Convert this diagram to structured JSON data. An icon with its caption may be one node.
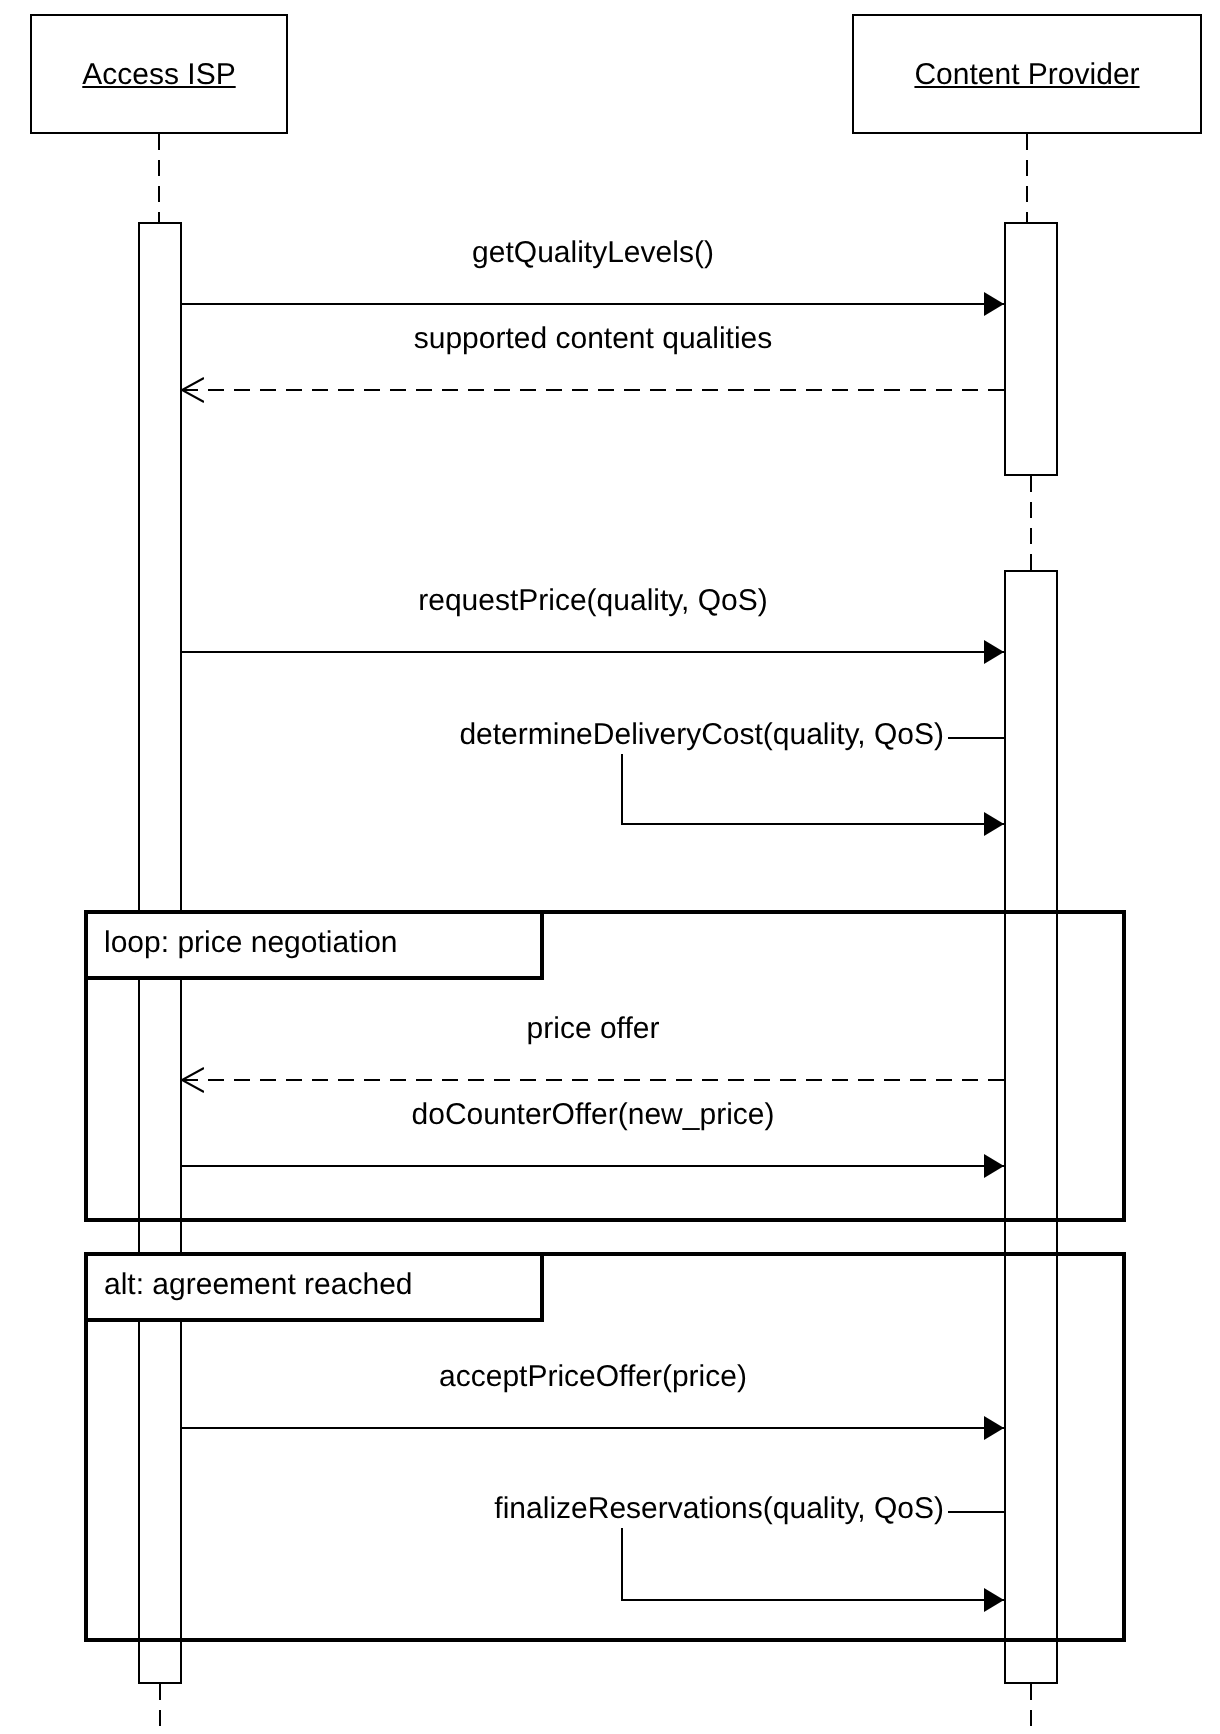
{
  "diagram": {
    "nodes": [
      {
        "text": [
          "Access ISP"
        ]
      },
      {
        "text": [
          "Content Provider"
        ]
      },
      {
        "text": [],
        "shape": "bar"
      },
      {
        "text": [],
        "shape": "bar"
      },
      {
        "text": [],
        "shape": "bar"
      },
      {
        "text": [
          "loop: price negotiation"
        ]
      },
      {
        "text": [
          "alt: agreement reached"
        ]
      }
    ],
    "edges": [
      {
        "from": 0,
        "to": 2,
        "arrow": "none",
        "style": "dashed"
      },
      {
        "from": 2,
        "to": null,
        "arrow": "none",
        "style": "dashed"
      },
      {
        "from": 1,
        "to": 3,
        "arrow": "none",
        "style": "dashed"
      },
      {
        "from": 3,
        "to": 4,
        "arrow": "none",
        "style": "dashed"
      },
      {
        "from": 4,
        "to": null,
        "arrow": "none",
        "style": "dashed"
      },
      {
        "from": 2,
        "to": 3,
        "arrow": "to",
        "label": "getQualityLevels()"
      },
      {
        "from": 3,
        "to": 2,
        "arrow": "to",
        "label": "supported content qualities",
        "style": "dashed"
      },
      {
        "from": 2,
        "to": 4,
        "arrow": "to",
        "label": "requestPrice(quality, QoS)"
      },
      {
        "from": 4,
        "to": 4,
        "arrow": "to",
        "label": "determineDeliveryCost(quality, QoS)"
      },
      {
        "from": 4,
        "to": 2,
        "arrow": "to",
        "label": "price offer",
        "style": "dashed"
      },
      {
        "from": 2,
        "to": 4,
        "arrow": "to",
        "label": "doCounterOffer(new_price)"
      },
      {
        "from": 2,
        "to": 4,
        "arrow": "to",
        "label": "acceptPriceOffer(price)"
      },
      {
        "from": 4,
        "to": 4,
        "arrow": "to",
        "label": "finalizeReservations(quality, QoS)"
      }
    ]
  }
}
